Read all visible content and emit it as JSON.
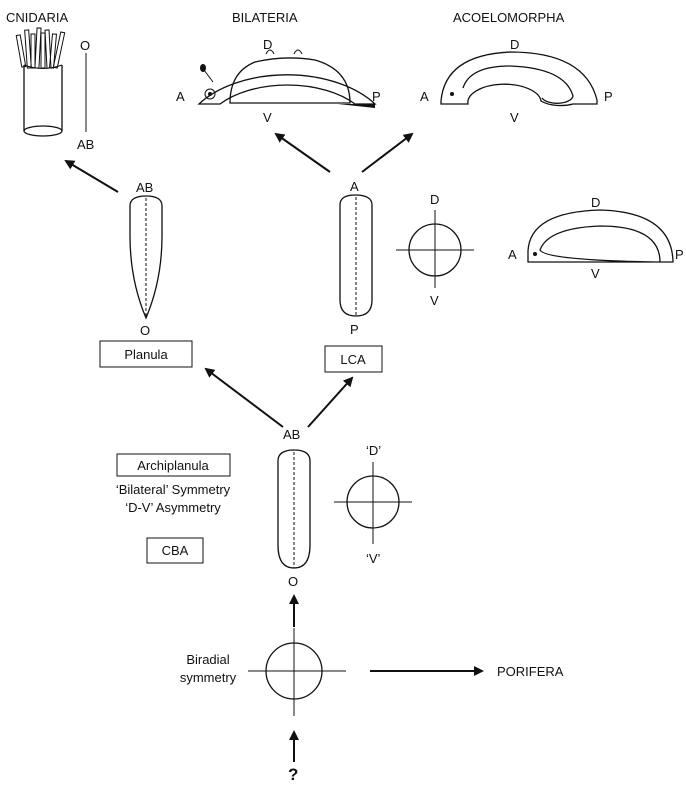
{
  "groups": {
    "cnidaria": "CNIDARIA",
    "bilateria": "BILATERIA",
    "acoelomorpha": "ACOELOMORPHA",
    "porifera": "PORIFERA"
  },
  "boxes": {
    "planula": "Planula",
    "lca": "LCA",
    "archiplanula": "Archiplanula",
    "cba": "CBA"
  },
  "notes": {
    "bilateral_symmetry": "‘Bilateral’ Symmetry",
    "dv_asymmetry": "‘D-V’ Asymmetry",
    "biradial_line1": "Biradial",
    "biradial_line2": "symmetry",
    "question": "?"
  },
  "axis_labels": {
    "cnidaria_oral": "O",
    "cnidaria_aboral": "AB",
    "bilateria_d": "D",
    "bilateria_a": "A",
    "bilateria_p": "P",
    "bilateria_v": "V",
    "acoel_d": "D",
    "acoel_a": "A",
    "acoel_p": "P",
    "acoel_v": "V",
    "planula_ab": "AB",
    "planula_o": "O",
    "lca_a": "A",
    "lca_p": "P",
    "lca_cross_d": "D",
    "lca_cross_v": "V",
    "side_d": "D",
    "side_a": "A",
    "side_p": "P",
    "side_v": "V",
    "archi_ab": "AB",
    "archi_o": "O",
    "archi_cross_d": "‘D’",
    "archi_cross_v": "‘V’"
  }
}
